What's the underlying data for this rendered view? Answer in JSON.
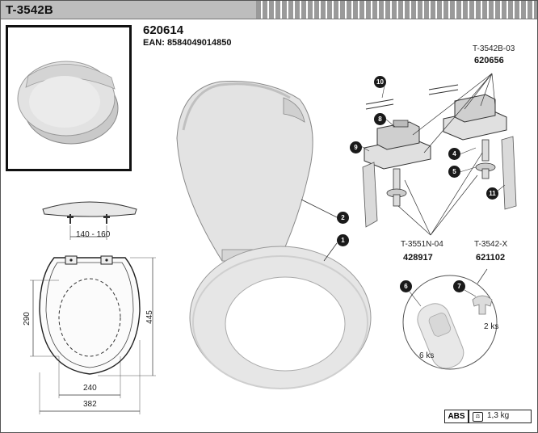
{
  "header": {
    "title": "T-3542B"
  },
  "product": {
    "code": "620614",
    "ean": "EAN: 8584049014850"
  },
  "dimensions": {
    "hinge_spacing": "140 - 160",
    "inner_length": "290",
    "outer_length": "445",
    "inner_width": "240",
    "outer_width": "382"
  },
  "parts": {
    "kit_top": {
      "code": "T-3542B-03",
      "number": "620656"
    },
    "kit_bottom": {
      "code": "T-3551N-04",
      "number": "428917"
    },
    "buffers": {
      "code": "T-3542-X",
      "number": "621102"
    }
  },
  "callouts": [
    "1",
    "2",
    "4",
    "5",
    "6",
    "7",
    "8",
    "9",
    "10",
    "11"
  ],
  "quantities": {
    "six": "6 ks",
    "two": "2 ks"
  },
  "footer": {
    "material": "ABS",
    "weight": "1,3 kg",
    "weight_icon": "scale-icon"
  }
}
